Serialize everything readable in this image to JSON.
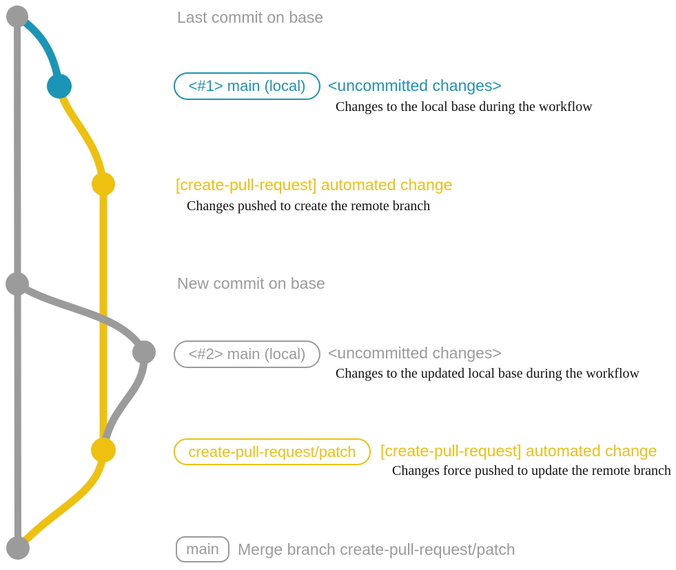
{
  "diagram": {
    "colors": {
      "base": "#9b9b9b",
      "local": "#1b95b5",
      "remote": "#eec111",
      "heading_gray": "#9b9b9b",
      "subtitle_dark": "#121212"
    },
    "rows": {
      "last_commit": {
        "title": "Last commit on base"
      },
      "uncommitted_1": {
        "badge": "<#1> main (local)",
        "title": "<uncommitted changes>",
        "subtitle": "Changes to the local base during the workflow"
      },
      "automated_1": {
        "title": "[create-pull-request] automated change",
        "subtitle": "Changes pushed to create the remote branch"
      },
      "new_commit": {
        "title": "New commit on base"
      },
      "uncommitted_2": {
        "badge": "<#2> main (local)",
        "title": "<uncommitted changes>",
        "subtitle": "Changes to the updated local base during the workflow"
      },
      "automated_2": {
        "badge": "create-pull-request/patch",
        "title": "[create-pull-request] automated change",
        "subtitle": "Changes force pushed to update the remote branch"
      },
      "merge": {
        "badge": "main",
        "title": "Merge branch create-pull-request/patch"
      }
    }
  }
}
